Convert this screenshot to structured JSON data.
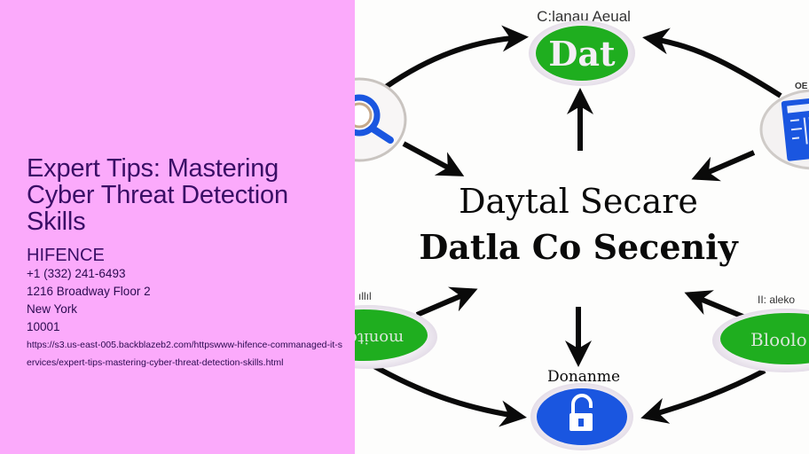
{
  "page": {
    "title": "Expert Tips: Mastering Cyber Threat Detection Skills",
    "company": "HIFENCE",
    "phone": "+1 (332) 241-6493",
    "address_line": "1216 Broadway Floor 2",
    "city": "New York",
    "zip": "10001",
    "url": "https://s3.us-east-005.backblazeb2.com/httpswww-hifence-commanaged-it-services/expert-tips-mastering-cyber-threat-detection-skills.html"
  },
  "illustration": {
    "center_line_1": "Daytal Secare",
    "center_line_2": "Datla Co Seceniy",
    "top_label": "C:lanau Aeual",
    "top_node_text": "Dat",
    "left_bottom_label": "ıllıl",
    "left_bottom_node_text": "ɐuᴉɹoʇᴉuoɯ",
    "right_bottom_label": "II: aleko",
    "right_bottom_node_text": "Bloolo",
    "right_top_label": "OE",
    "bottom_label": "Donanme",
    "icons": [
      "magnifier-icon",
      "document-screen-icon",
      "padlock-icon"
    ],
    "colors": {
      "green_node": "#1fae1f",
      "blue_node": "#1a56e0",
      "arrow": "#0a0a0a",
      "panel_bg": "#fbaafb",
      "title_text": "#3a0e66"
    }
  }
}
